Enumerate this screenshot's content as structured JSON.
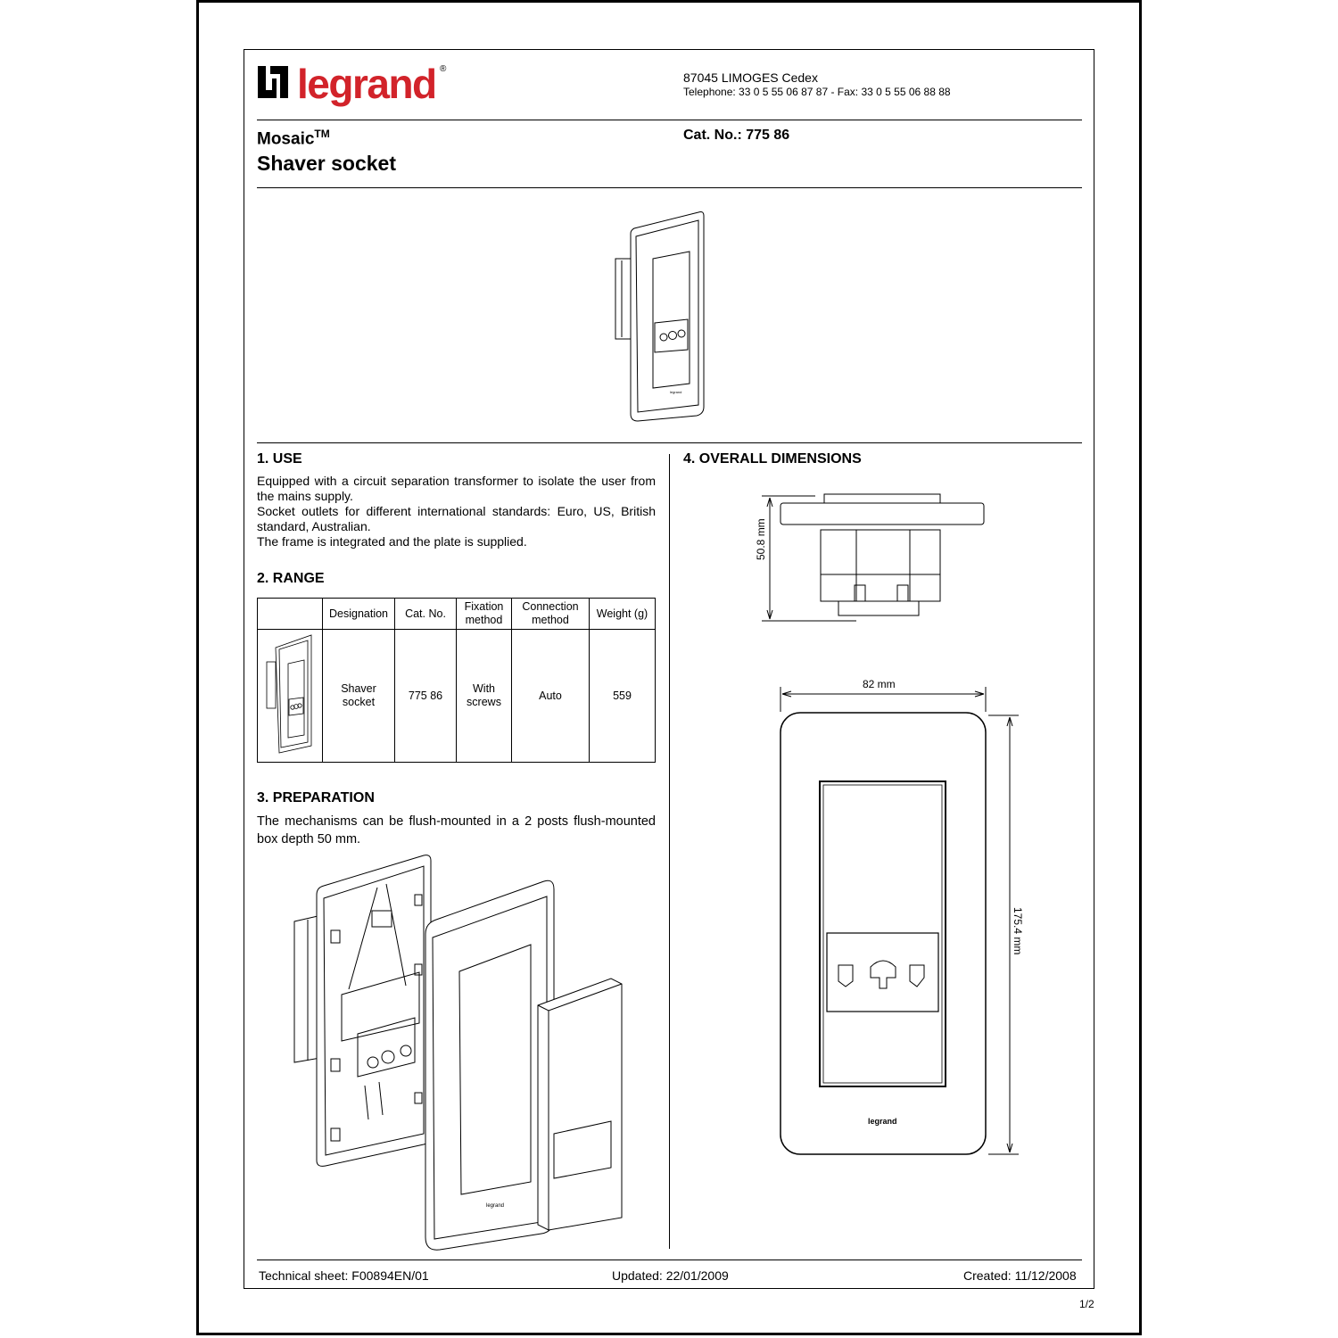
{
  "company": {
    "logo_text": "legrand",
    "address_line1": "87045 LIMOGES Cedex",
    "address_line2": "Telephone: 33 0 5 55 06 87 87 - Fax: 33 0 5 55 06 88 88"
  },
  "product": {
    "series": "Mosaic",
    "series_mark": "TM",
    "name": "Shaver socket",
    "cat_no": "Cat. No.: 775 86"
  },
  "use": {
    "heading": "1. USE",
    "paragraphs": [
      "Equipped with a circuit separation transformer to isolate the user from the mains supply.",
      "Socket outlets for different international standards: Euro, US, British standard, Australian.",
      "The frame is integrated and the plate is supplied."
    ]
  },
  "range": {
    "heading": "2. RANGE",
    "headers": [
      "",
      "Designation",
      "Cat. No.",
      "Fixation method",
      "Connection method",
      "Weight (g)"
    ],
    "row": [
      "Shaver socket",
      "775 86",
      "With screws",
      "Auto",
      "559"
    ]
  },
  "preparation": {
    "heading": "3. PREPARATION",
    "text": "The mechanisms can be flush-mounted in a 2 posts flush-mounted box depth 50 mm."
  },
  "dimensions": {
    "heading": "4. OVERALL DIMENSIONS",
    "depth": "50.8 mm",
    "width": "82 mm",
    "height": "175.4 mm",
    "plate_logo": "legrand"
  },
  "footer": {
    "sheet": "Technical sheet: F00894EN/01",
    "updated": "Updated: 22/01/2009",
    "created": "Created: 11/12/2008",
    "page": "1/2"
  },
  "colors": {
    "brand_red": "#d2232a",
    "ink": "#000000"
  }
}
